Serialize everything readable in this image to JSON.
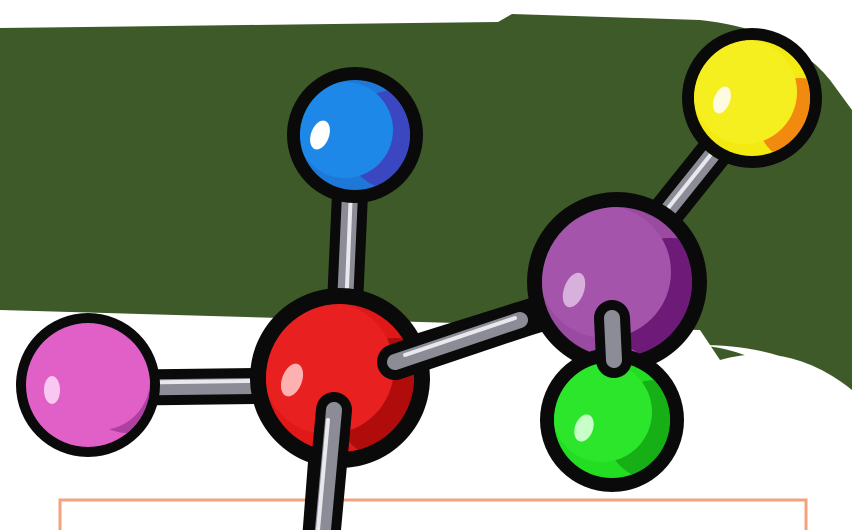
{
  "colors": {
    "background": "#ffffff",
    "green_panel": "#3d5a28",
    "panel_border": "#f4a27e",
    "outline": "#0a0a0a",
    "bond": "#8c8c96",
    "atom_blue": "#1e78d8",
    "atom_red": "#e01818",
    "atom_magenta": "#9a4aa0",
    "atom_yellow": "#f2ea10",
    "atom_orange": "#f28a10",
    "atom_green": "#22dd22",
    "atom_pink": "#e060c8"
  },
  "illustration": {
    "subject": "molecule-clipart",
    "atoms": [
      "blue",
      "red",
      "magenta",
      "yellow",
      "green",
      "pink"
    ]
  }
}
